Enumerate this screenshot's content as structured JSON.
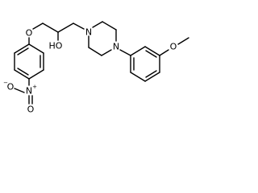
{
  "molecule": {
    "atom_labels": {
      "phenoxy_o": "O",
      "hydroxyl": "HO",
      "piperazine_n1": "N",
      "piperazine_n4": "N",
      "methoxy_o": "O",
      "nitro_n": "N",
      "nitro_o_top": "O",
      "nitro_o_bottom": "O"
    },
    "charges": {
      "nitro_n": "+",
      "nitro_o_top": "−"
    }
  }
}
